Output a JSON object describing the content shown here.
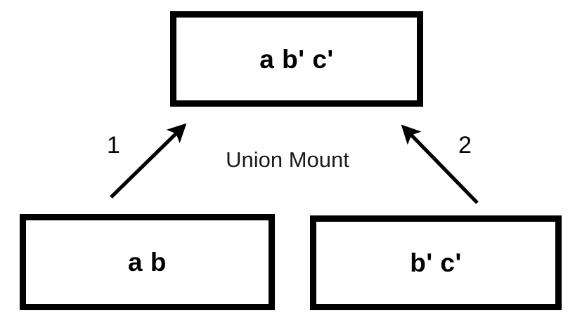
{
  "diagram": {
    "title": "Union Mount",
    "caption": "Union Mount",
    "background_color": "#ffffff",
    "stroke_color": "#000000",
    "nodes": [
      {
        "id": "top",
        "label": "a b' c'",
        "role": "merged-view",
        "position": "top-center"
      },
      {
        "id": "bottom-left",
        "label": "a b",
        "role": "source-branch",
        "position": "bottom-left"
      },
      {
        "id": "bottom-right",
        "label": "b' c'",
        "role": "source-branch",
        "position": "bottom-right"
      }
    ],
    "edges": [
      {
        "id": "edge-1",
        "label": "1",
        "from": "bottom-left",
        "to": "top",
        "direction": "up-right"
      },
      {
        "id": "edge-2",
        "label": "2",
        "from": "bottom-right",
        "to": "top",
        "direction": "up-left"
      }
    ]
  }
}
